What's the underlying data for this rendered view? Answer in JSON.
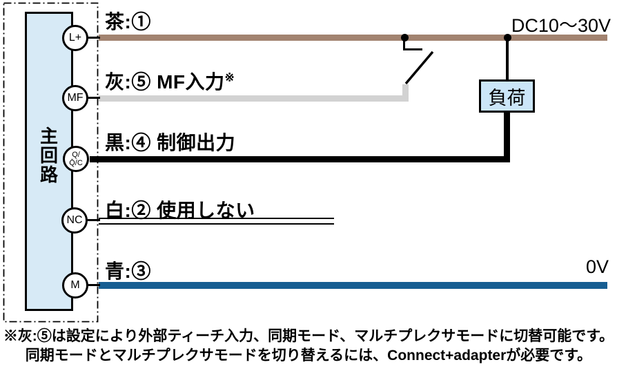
{
  "diagram": {
    "main_block": {
      "label": "主\n回\n路"
    },
    "terminals": [
      {
        "name": "L-plus",
        "label": "L+"
      },
      {
        "name": "MF",
        "label": "MF"
      },
      {
        "name": "Q-Qbar-C",
        "label": "Q/\nQ̄/C"
      },
      {
        "name": "NC",
        "label": "NC"
      },
      {
        "name": "M",
        "label": "M"
      }
    ],
    "wires": [
      {
        "color_name": "brown",
        "hex": "#A28370",
        "label": "茶:①"
      },
      {
        "color_name": "gray",
        "hex": "#D2D2D2",
        "label": "灰:⑤ MF入力",
        "label_sup": "※"
      },
      {
        "color_name": "black",
        "hex": "#000000",
        "label": "黒:④ 制御出力"
      },
      {
        "color_name": "white",
        "hex": "#FFFFFF",
        "label": "白:② 使用しない"
      },
      {
        "color_name": "blue",
        "hex": "#175E92",
        "label": "青:③"
      }
    ],
    "labels": {
      "supply_top": "DC10〜30V",
      "supply_bottom": "0V",
      "load": "負荷"
    },
    "colors": {
      "block_fill": "#D7EAF6",
      "load_fill": "#CBE6F8"
    }
  },
  "footnote": {
    "line1": "※灰:⑤は設定により外部ティーチ入力、同期モード、マルチプレクサモードに切替可能です。",
    "line2": "同期モードとマルチプレクサモードを切り替えるには、Connect+adapterが必要です。"
  }
}
